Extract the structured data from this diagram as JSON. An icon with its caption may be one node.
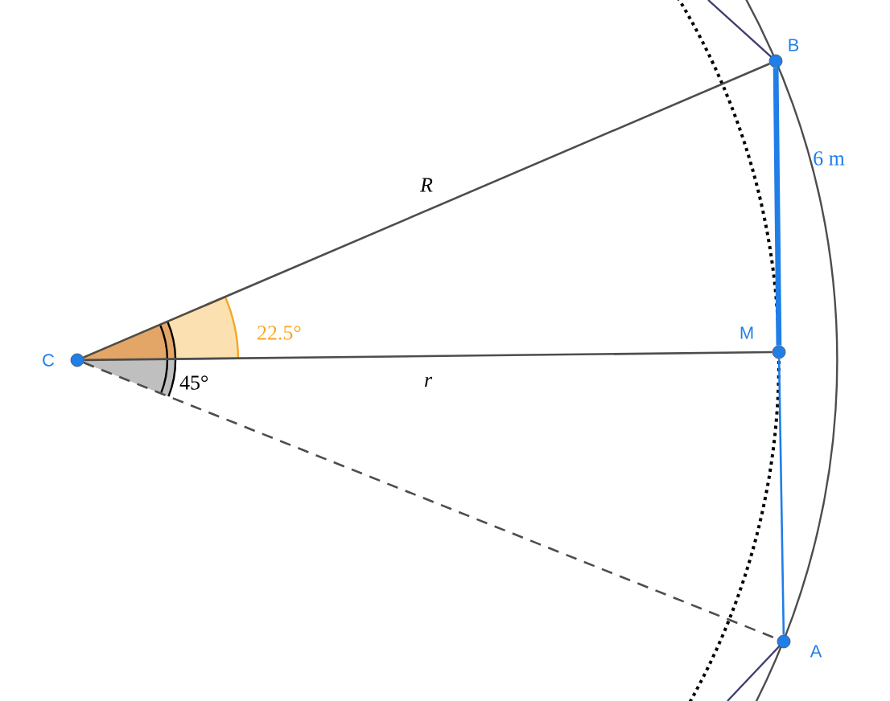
{
  "diagram": {
    "nodes": [
      {
        "text": [
          "C"
        ]
      },
      {
        "text": [
          "B"
        ]
      },
      {
        "text": [
          "M"
        ]
      },
      {
        "text": [
          "A"
        ]
      }
    ],
    "edges": [
      {
        "from": 0,
        "to": 1,
        "arrow": "none",
        "label": "R"
      },
      {
        "from": 0,
        "to": 2,
        "arrow": "none",
        "label": "r"
      },
      {
        "from": 0,
        "to": 3,
        "arrow": "none",
        "style": "dashed"
      },
      {
        "from": 1,
        "to": 2,
        "arrow": "none",
        "style": "thick",
        "color": "#1f7ee8",
        "label": "6 m"
      },
      {
        "from": 2,
        "to": 3,
        "arrow": "none",
        "color": "#1f7ee8"
      }
    ],
    "labels": [
      "22.5°",
      "45°"
    ]
  }
}
